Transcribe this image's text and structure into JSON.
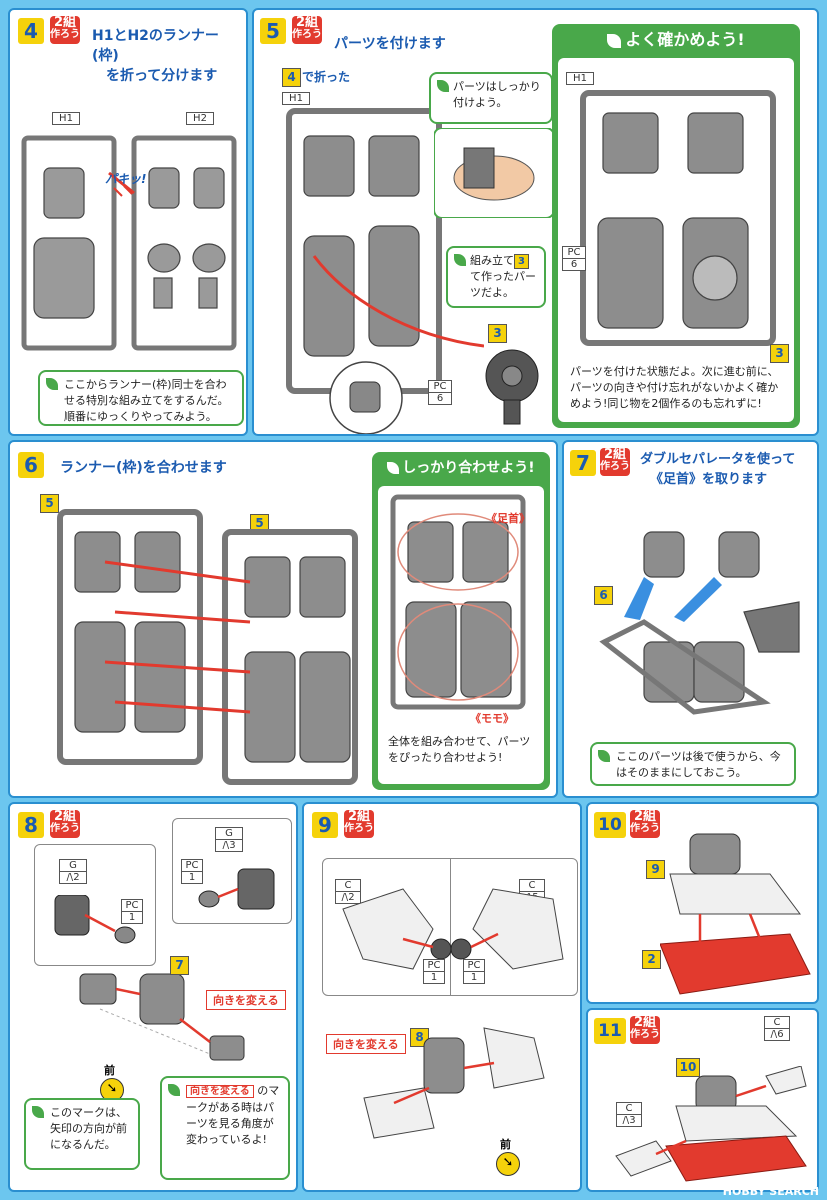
{
  "badge": {
    "top": "2組",
    "bottom": "作ろう"
  },
  "step4": {
    "num": "4",
    "title1": "H1とH2のランナー(枠)",
    "title2": "を折って分けます",
    "h1": "H1",
    "h2": "H2",
    "snap": "パキッ!",
    "note": "ここからランナー(枠)同士を合わせる特別な組み立てをするんだ。順番にゆっくりやってみよう。"
  },
  "step5": {
    "num": "5",
    "title": "パーツを付けます",
    "fold_num": "4",
    "fold_label": "で折った",
    "h1": "H1",
    "note_attach": "パーツはしっかり付けよう。",
    "note_assembled_pre": "組み立て",
    "note_assembled_num": "3",
    "note_assembled_post": "て作ったパーツだよ。",
    "part_num": "3",
    "pc_label": "PC",
    "pc_num": "6"
  },
  "check5": {
    "heading": "よく確かめよう!",
    "h1": "H1",
    "pc_label": "PC",
    "pc_num": "6",
    "part_num": "3",
    "text": "パーツを付けた状態だよ。次に進む前に、パーツの向きや付け忘れがないかよく確かめよう!同じ物を2個作るのも忘れずに!"
  },
  "step6": {
    "num": "6",
    "title": "ランナー(枠)を合わせます",
    "left_num": "5",
    "right_num": "5"
  },
  "check6": {
    "heading": "しっかり合わせよう!",
    "ankle": "《足首》",
    "thigh": "《モモ》",
    "text": "全体を組み合わせて、パーツをぴったり合わせよう!"
  },
  "step7": {
    "num": "7",
    "title1": "ダブルセパレータを使って",
    "title2": "《足首》を取ります",
    "part_num": "6",
    "note": "ここのパーツは後で使うから、今はそのままにしておこう。"
  },
  "step8": {
    "num": "8",
    "g_label": "G",
    "g_num": "2",
    "pc_label": "PC",
    "pc_num": "1",
    "g2_label": "G",
    "g2_num": "3",
    "pc2_label": "PC",
    "pc2_num": "1",
    "part_num": "7",
    "change_dir": "向きを変える",
    "front": "前",
    "note": "このマークは、矢印の方向が前になるんだ。",
    "note2_label": "向きを変える",
    "note2_text": "のマークがある時はパーツを見る角度が変わっているよ!"
  },
  "step9": {
    "num": "9",
    "c_label": "C",
    "c_num": "2",
    "c2_label": "C",
    "c2_num": "5",
    "pc_label": "PC",
    "pc_num": "1",
    "pc2_label": "PC",
    "pc2_num": "1",
    "part_num": "8",
    "change_dir": "向きを変える",
    "front": "前"
  },
  "step10": {
    "num": "10",
    "part_top": "9",
    "part_bottom": "2"
  },
  "step11": {
    "num": "11",
    "part_num": "10",
    "c_label": "C",
    "c_num": "6",
    "c2_label": "C",
    "c2_num": "3"
  },
  "watermark": "HOBBY SEARCH",
  "colors": {
    "bg": "#6cc6ef",
    "border": "#2a8fd0",
    "accent_red": "#e23a2e",
    "accent_yellow": "#f5d20b",
    "green": "#49a84a",
    "blue_text": "#1b5bb0"
  }
}
